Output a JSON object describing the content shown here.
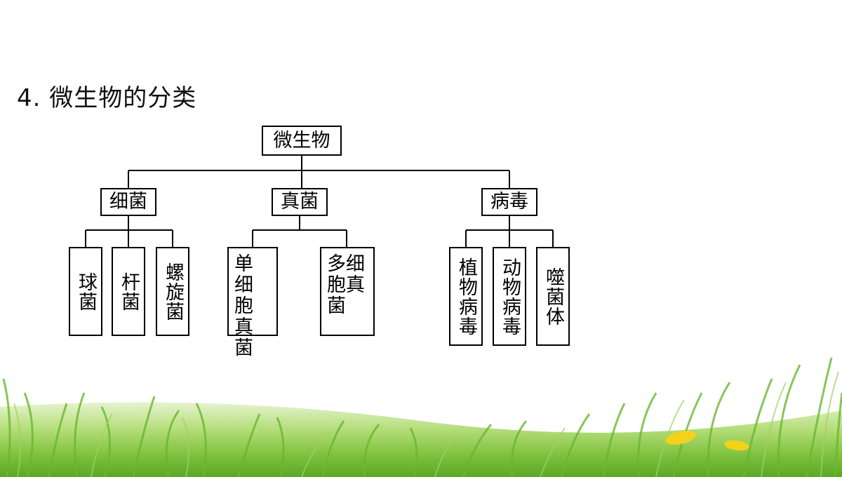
{
  "title": "4. 微生物的分类",
  "diagram": {
    "root": "微生物",
    "groups": [
      {
        "label": "细菌",
        "children": [
          "球菌",
          "杆菌",
          "螺旋菌"
        ]
      },
      {
        "label": "真菌",
        "children": [
          "单细胞真菌",
          "多细胞真菌"
        ]
      },
      {
        "label": "病毒",
        "children": [
          "植物病毒",
          "动物病毒",
          "噬菌体"
        ]
      }
    ]
  },
  "colors": {
    "line": "#000000",
    "box_border": "#000000",
    "grass_dark": "#4a9b1c",
    "grass_light": "#bfe08a",
    "leaf": "#f2d21b"
  }
}
